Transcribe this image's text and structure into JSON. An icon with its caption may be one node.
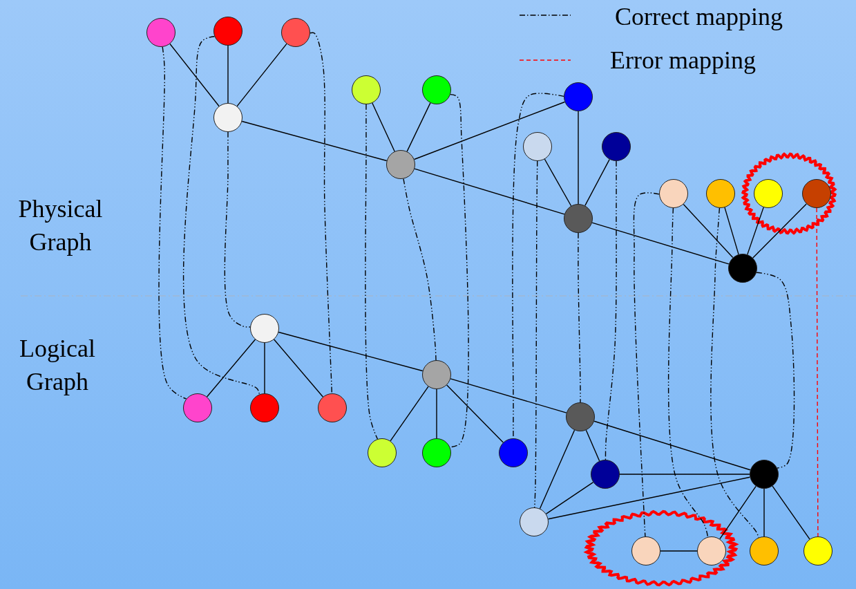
{
  "diagram": {
    "nodes": [
      {
        "text": [],
        "shape": "circle"
      },
      {
        "text": [],
        "shape": "circle"
      },
      {
        "text": [],
        "shape": "circle"
      },
      {
        "text": [],
        "shape": "circle"
      },
      {
        "text": [],
        "shape": "circle"
      },
      {
        "text": [],
        "shape": "circle"
      },
      {
        "text": [],
        "shape": "circle"
      },
      {
        "text": [],
        "shape": "circle"
      },
      {
        "text": [],
        "shape": "circle"
      },
      {
        "text": [],
        "shape": "circle"
      },
      {
        "text": [],
        "shape": "circle"
      },
      {
        "text": [],
        "shape": "circle"
      },
      {
        "text": [],
        "shape": "circle"
      },
      {
        "text": [],
        "shape": "circle"
      },
      {
        "text": [],
        "shape": "circle"
      },
      {
        "text": [],
        "shape": "circle"
      },
      {
        "text": [],
        "shape": "circle"
      },
      {
        "text": [],
        "shape": "circle"
      },
      {
        "text": [],
        "shape": "circle"
      },
      {
        "text": [],
        "shape": "circle"
      },
      {
        "text": [],
        "shape": "circle"
      },
      {
        "text": [],
        "shape": "circle"
      },
      {
        "text": [],
        "shape": "circle"
      },
      {
        "text": [],
        "shape": "circle"
      },
      {
        "text": [],
        "shape": "circle"
      },
      {
        "text": [],
        "shape": "circle"
      },
      {
        "text": [],
        "shape": "circle"
      },
      {
        "text": [],
        "shape": "circle"
      },
      {
        "text": [],
        "shape": "circle"
      },
      {
        "text": [],
        "shape": "circle"
      },
      {
        "text": [],
        "shape": "circle"
      },
      {
        "text": [],
        "shape": "circle"
      }
    ],
    "edges": [
      {
        "from": 0,
        "to": 3,
        "arrow": "none"
      },
      {
        "from": 1,
        "to": 3,
        "arrow": "none"
      },
      {
        "from": 2,
        "to": 3,
        "arrow": "none"
      },
      {
        "from": 3,
        "to": 6,
        "arrow": "none"
      },
      {
        "from": 4,
        "to": 6,
        "arrow": "none"
      },
      {
        "from": 5,
        "to": 6,
        "arrow": "none"
      },
      {
        "from": 6,
        "to": 7,
        "arrow": "none"
      },
      {
        "from": 6,
        "to": 10,
        "arrow": "none"
      },
      {
        "from": 7,
        "to": 10,
        "arrow": "none"
      },
      {
        "from": 8,
        "to": 10,
        "arrow": "none"
      },
      {
        "from": 9,
        "to": 10,
        "arrow": "none"
      },
      {
        "from": 10,
        "to": 15,
        "arrow": "none"
      },
      {
        "from": 11,
        "to": 15,
        "arrow": "none"
      },
      {
        "from": 12,
        "to": 15,
        "arrow": "none"
      },
      {
        "from": 13,
        "to": 15,
        "arrow": "none"
      },
      {
        "from": 14,
        "to": 15,
        "arrow": "none"
      },
      {
        "from": 16,
        "to": 17,
        "arrow": "none"
      },
      {
        "from": 16,
        "to": 18,
        "arrow": "none"
      },
      {
        "from": 16,
        "to": 19,
        "arrow": "none"
      },
      {
        "from": 16,
        "to": 20,
        "arrow": "none"
      },
      {
        "from": 20,
        "to": 21,
        "arrow": "none"
      },
      {
        "from": 20,
        "to": 22,
        "arrow": "none"
      },
      {
        "from": 20,
        "to": 23,
        "arrow": "none"
      },
      {
        "from": 20,
        "to": 24,
        "arrow": "none"
      },
      {
        "from": 24,
        "to": 26,
        "arrow": "none"
      },
      {
        "from": 24,
        "to": 25,
        "arrow": "none"
      },
      {
        "from": 24,
        "to": 27,
        "arrow": "none"
      },
      {
        "from": 25,
        "to": 26,
        "arrow": "none"
      },
      {
        "from": 25,
        "to": 27,
        "arrow": "none"
      },
      {
        "from": 27,
        "to": 26,
        "arrow": "none"
      },
      {
        "from": 26,
        "to": 29,
        "arrow": "none"
      },
      {
        "from": 26,
        "to": 30,
        "arrow": "none"
      },
      {
        "from": 26,
        "to": 31,
        "arrow": "none"
      },
      {
        "from": 28,
        "to": 29,
        "arrow": "none"
      },
      {
        "from": 0,
        "to": 17,
        "arrow": "none",
        "style": "dashed"
      },
      {
        "from": 1,
        "to": 18,
        "arrow": "none",
        "style": "dashed"
      },
      {
        "from": 2,
        "to": 19,
        "arrow": "none",
        "style": "dashed"
      },
      {
        "from": 3,
        "to": 16,
        "arrow": "none",
        "style": "dashed"
      },
      {
        "from": 4,
        "to": 21,
        "arrow": "none",
        "style": "dashed"
      },
      {
        "from": 5,
        "to": 22,
        "arrow": "none",
        "style": "dashed"
      },
      {
        "from": 6,
        "to": 20,
        "arrow": "none",
        "style": "dashed"
      },
      {
        "from": 7,
        "to": 23,
        "arrow": "none",
        "style": "dashed"
      },
      {
        "from": 8,
        "to": 27,
        "arrow": "none",
        "style": "dashed"
      },
      {
        "from": 9,
        "to": 25,
        "arrow": "none",
        "style": "dashed"
      },
      {
        "from": 10,
        "to": 24,
        "arrow": "none",
        "style": "dashed"
      },
      {
        "from": 11,
        "to": 28,
        "arrow": "none",
        "style": "dashed"
      },
      {
        "from": 11,
        "to": 29,
        "arrow": "none",
        "style": "dashed"
      },
      {
        "from": 12,
        "to": 30,
        "arrow": "none",
        "style": "dashed"
      },
      {
        "from": 15,
        "to": 26,
        "arrow": "none",
        "style": "dashed"
      },
      {
        "from": 14,
        "to": 31,
        "arrow": "none",
        "style": "dashed",
        "color": "#ff0000"
      }
    ],
    "labels": [
      "Physical Graph",
      "Logical Graph"
    ],
    "legend": [
      {
        "text": "Correct mapping"
      },
      {
        "text": "Error mapping"
      }
    ]
  }
}
